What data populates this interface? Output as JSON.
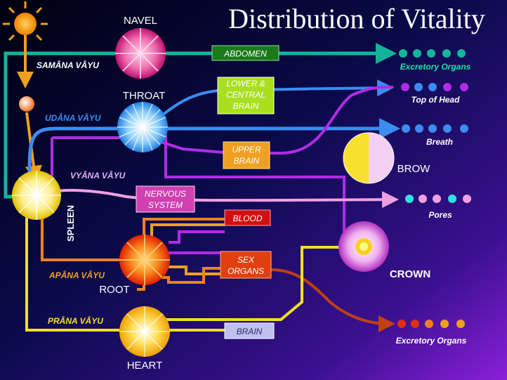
{
  "title": "Distribution of Vitality",
  "chakras": {
    "navel": "NAVEL",
    "throat": "THROAT",
    "brow": "BROW",
    "spleen": "SPLEEN",
    "root": "ROOT",
    "crown": "CROWN",
    "heart": "HEART"
  },
  "vayus": {
    "samana": "SAMÂNA VÂYU",
    "udana": "UDÂNA VÂYU",
    "vyana": "VYÂNA VÂYU",
    "apana": "APÂNA VÂYU",
    "prana": "PRÂNA VÂYU"
  },
  "boxes": {
    "abdomen": "ABDOMEN",
    "lower_central_brain": [
      "LOWER &",
      "CENTRAL",
      "BRAIN"
    ],
    "upper_brain": [
      "UPPER",
      "BRAIN"
    ],
    "nervous_system": [
      "NERVOUS",
      "SYSTEM"
    ],
    "blood": "BLOOD",
    "sex_organs": [
      "SEX",
      "ORGANS"
    ],
    "brain": "BRAIN"
  },
  "destinations": {
    "excretory_top": "Excretory Organs",
    "top_of_head": "Top of Head",
    "breath": "Breath",
    "pores": "Pores",
    "excretory_bottom": "Excretory Organs"
  },
  "colors": {
    "background_top": "#000014",
    "background_bottom": "#7a16c8",
    "samana": "#14b49a",
    "udana": "#3c8cf0",
    "vyana": "#b02ce6",
    "apana": "#f08020",
    "prana": "#f0e020",
    "nervous": "#f0a0e0"
  }
}
